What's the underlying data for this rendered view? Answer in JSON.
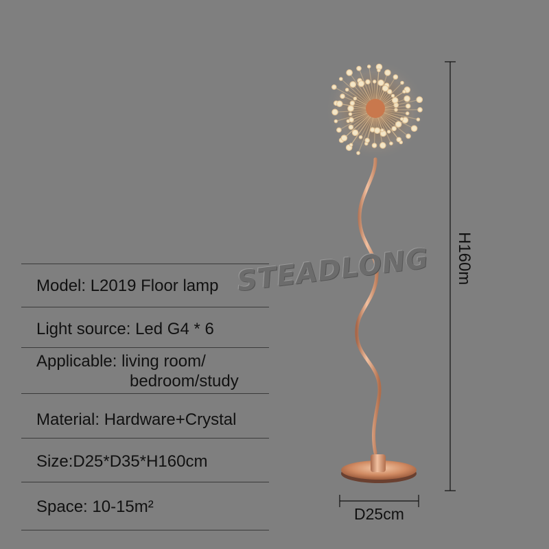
{
  "specs": {
    "model": "Model: L2019 Floor lamp",
    "light_source": "Light source: Led G4 * 6",
    "applicable_line1": "Applicable: living room/",
    "applicable_line2": "bedroom/study",
    "material": "Material: Hardware+Crystal",
    "size": "Size:D25*D35*H160cm",
    "space": "Space: 10-15m²"
  },
  "watermark": "STEADLONG",
  "dimensions": {
    "height_label": "H160m",
    "diameter_label": "D25cm"
  },
  "colors": {
    "background": "#7f7f7f",
    "metal": "#d79a72",
    "crystal": "#e8dcc0"
  },
  "icons": {
    "lamp": "dandelion-floor-lamp-illustration"
  }
}
